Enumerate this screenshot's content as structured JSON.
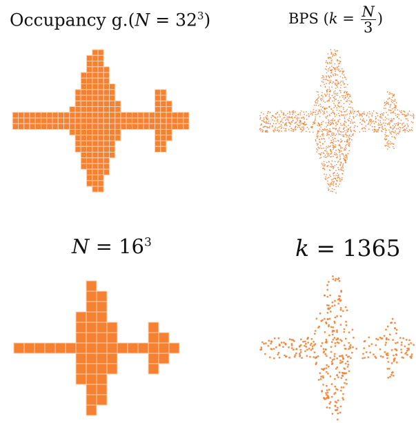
{
  "colors": {
    "voxel_fill": "#f58232",
    "voxel_edge": "#ffd2ad",
    "point": "#f07e30"
  },
  "panels": {
    "top_left": {
      "title_text": "Occupancy g.(",
      "title_var": "N",
      "title_eq": " = 32",
      "title_sup": "3",
      "title_close": ")"
    },
    "top_right": {
      "title_text": "BPS (",
      "title_var": "k",
      "title_eq": " = ",
      "frac_num": "N",
      "frac_den": "3",
      "title_close": ")"
    },
    "bottom_left": {
      "title_var": "N",
      "title_eq": " = 16",
      "title_sup": "3"
    },
    "bottom_right": {
      "title_var": "k",
      "title_eq": " = 1365"
    }
  }
}
